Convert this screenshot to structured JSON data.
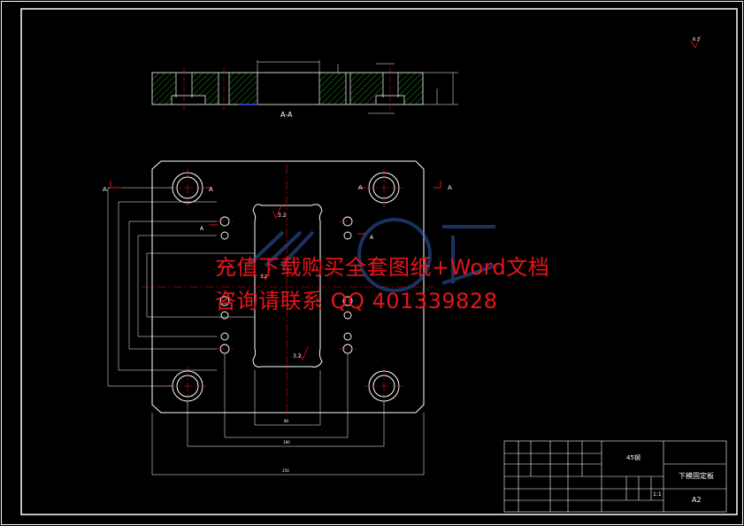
{
  "section_label": "A-A",
  "section_markers": {
    "left_top": "A",
    "left_mid": "A",
    "mid_left": "A",
    "mid_right": "A",
    "right_top": "A",
    "right_far": "A"
  },
  "dimensions": {
    "top_total": "250",
    "inner_width_1": "180",
    "inner_width_2": "80",
    "radius_top": "3.2",
    "radius_side": "3.2",
    "radius_bottom": "3.2",
    "roughness_corner": "6.3"
  },
  "watermark": {
    "line1": "充值下载购买全套图纸+Word文档",
    "line2": "咨询请联系  QQ 401339828"
  },
  "title_block": {
    "part_name": "下模固定板",
    "material": "45钢",
    "scale": "1:1",
    "sheet": "A2"
  },
  "colors": {
    "background": "#000000",
    "outline": "#ffffff",
    "hatch": "#1fb81f",
    "center": "#e81010",
    "cut": "#3b57e8",
    "watermark": "#e8141b"
  }
}
